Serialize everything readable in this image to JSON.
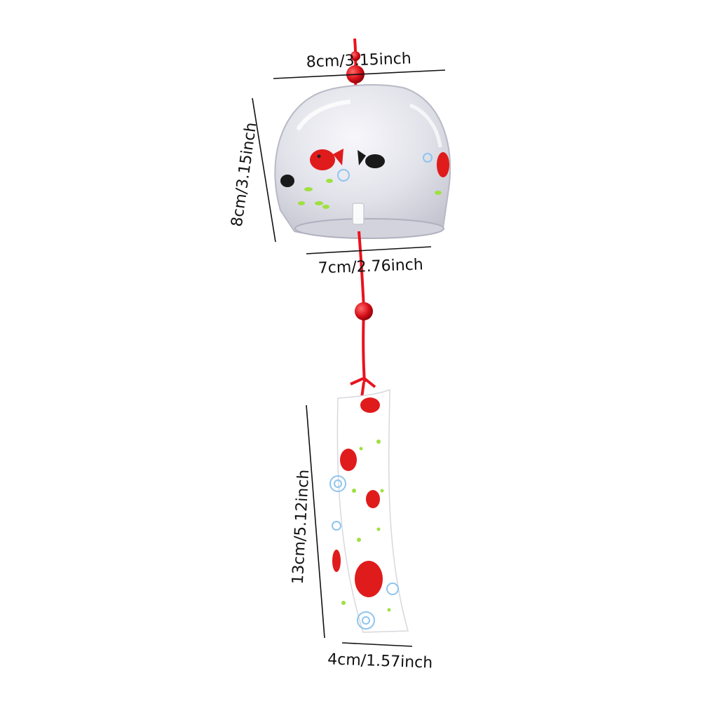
{
  "product": {
    "name": "glass wind chime with goldfish print"
  },
  "dimensions": {
    "bell_top_width": "8cm/3.15inch",
    "bell_height": "8cm/3.15inch",
    "bell_bottom_width": "7cm/2.76inch",
    "strip_length": "13cm/5.12inch",
    "strip_width": "4cm/1.57inch"
  },
  "colors": {
    "cord": "#e8131d",
    "bead": "#d8101a",
    "goldfish": "#e01b1b",
    "glass": "#dcdce6",
    "swirl": "#8ec5ee",
    "leaf": "#9fe040",
    "guide_line": "#111111"
  }
}
